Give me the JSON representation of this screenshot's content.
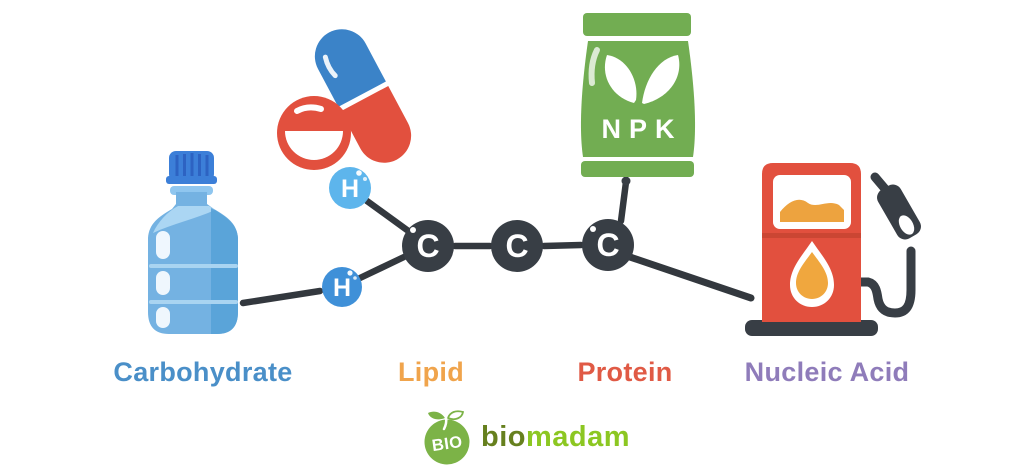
{
  "diagram": {
    "molecule": {
      "carbons": [
        "C",
        "C",
        "C"
      ],
      "hydrogens": [
        "H",
        "H"
      ]
    },
    "npk_bag_text": "NPK",
    "labels": {
      "carbohydrate": "Carbohydrate",
      "lipid": "Lipid",
      "protein": "Protein",
      "nucleic_acid": "Nucleic Acid"
    },
    "icons": {
      "carbohydrate": "water-bottle-icon",
      "lipid": "pills-icon",
      "protein": "fertilizer-bag-icon",
      "nucleic_acid": "fuel-pump-icon"
    }
  },
  "footer": {
    "logo_badge": "BIO",
    "logo_name_prefix": "bio",
    "logo_name_suffix": "madam"
  },
  "colors": {
    "label_carbohydrate": "#4a8fc8",
    "label_lipid": "#f0a44c",
    "label_protein": "#e05a45",
    "label_nucleic_acid": "#8f7cba",
    "atom_carbon": "#383e45",
    "bond": "#33383e",
    "hydrogen_top": "#5db5ec",
    "hydrogen_bottom": "#3f90d8",
    "bottle_blue": "#74b2e2",
    "bottle_cap_blue": "#3c7fd8",
    "capsule_blue": "#3b83c8",
    "pill_red": "#e2503e",
    "npk_green": "#72ad52",
    "pump_red": "#e2503e",
    "pump_orange": "#eda33f",
    "droplet_orange": "#f0a73e",
    "logo_green": "#7cb347",
    "logo_text_olive": "#66801e",
    "logo_text_lime": "#8cc722"
  }
}
